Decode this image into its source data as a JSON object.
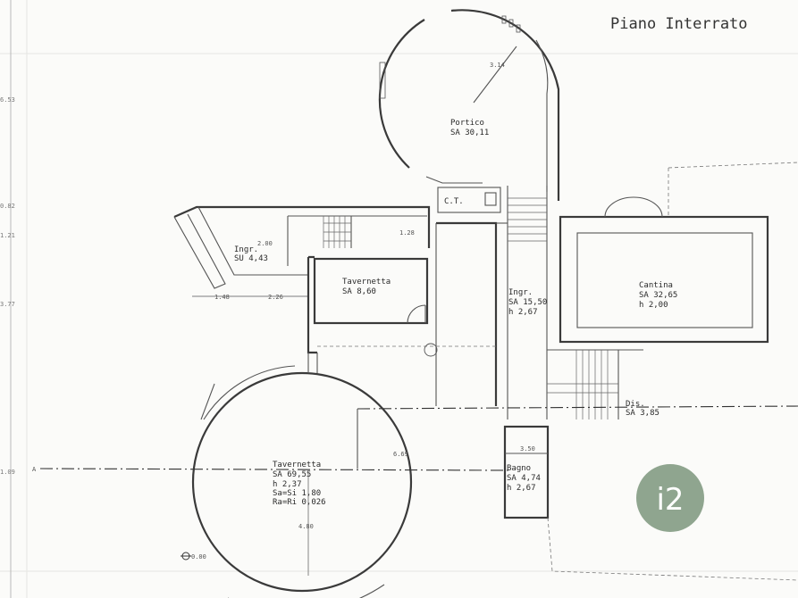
{
  "title": "Piano Interrato",
  "badge": "i2",
  "colors": {
    "badge": "#8fa58f",
    "walls": "#3a3a3a"
  },
  "rooms": {
    "portico": {
      "name": "Portico",
      "area": "SA 30,11"
    },
    "ct": {
      "name": "C.T."
    },
    "ingr_left": {
      "name": "Ingr.",
      "area": "SU 4,43"
    },
    "tavernetta_small": {
      "name": "Tavernetta",
      "area": "SA 8,60"
    },
    "ingr_center": {
      "name": "Ingr.",
      "area": "SA 15,50",
      "height": "h 2,67"
    },
    "cantina": {
      "name": "Cantina",
      "area": "SA 32,65",
      "height": "h 2,00"
    },
    "dis": {
      "name": "Dis.",
      "area": "SA 3,85"
    },
    "tavernetta_big": {
      "name": "Tavernetta",
      "area": "SA 69,55",
      "height": "h 2,37",
      "sa_si": "Sa=Si 1,80",
      "ra_ri": "Ra=Ri 0,026"
    },
    "bagno": {
      "name": "Bagno",
      "area": "SA 4,74",
      "height": "h 2,67"
    }
  },
  "dimensions": {
    "left_margin": [
      "6.53",
      "0.82",
      "1.21",
      "3.77",
      "1.09"
    ],
    "portico_radius": "3.14",
    "d_200": "2.00",
    "d_128": "1.28",
    "d_148": "1.48",
    "d_226": "2.26",
    "d_669": "6.69",
    "d_350": "3.50",
    "d_480": "4.80",
    "level": "0.00",
    "axis_label": "A"
  }
}
